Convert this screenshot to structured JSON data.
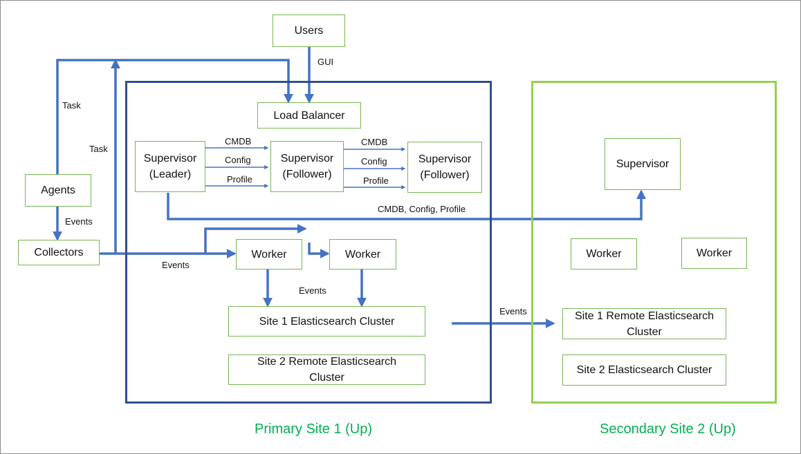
{
  "colors": {
    "arrow": "#4472c4",
    "box_border": "#77b552",
    "primary_frame": "#2f4f8f",
    "secondary_frame": "#92d050",
    "site_label": "#00b050"
  },
  "nodes": {
    "users": "Users",
    "load_balancer": "Load Balancer",
    "supervisor_leader": "Supervisor\n(Leader)",
    "supervisor_follower_1": "Supervisor\n(Follower)",
    "supervisor_follower_2": "Supervisor\n(Follower)",
    "agents": "Agents",
    "collectors": "Collectors",
    "worker_primary_1": "Worker",
    "worker_primary_2": "Worker",
    "site1_es_cluster": "Site 1 Elasticsearch Cluster",
    "site2_remote_es_cluster": "Site 2 Remote Elasticsearch\nCluster",
    "supervisor_secondary": "Supervisor",
    "worker_secondary_1": "Worker",
    "worker_secondary_2": "Worker",
    "site1_remote_es_cluster": "Site 1 Remote Elasticsearch\nCluster",
    "site2_es_cluster": "Site 2 Elasticsearch Cluster"
  },
  "edge_labels": {
    "gui": "GUI",
    "task_agents": "Task",
    "task_collectors": "Task",
    "events_agents": "Events",
    "events_collectors": "Events",
    "events_workers": "Events",
    "events_replication": "Events",
    "cmdb_1": "CMDB",
    "config_1": "Config",
    "profile_1": "Profile",
    "cmdb_2": "CMDB",
    "config_2": "Config",
    "profile_2": "Profile",
    "sync_secondary": "CMDB, Config, Profile"
  },
  "sites": {
    "primary": "Primary Site 1 (Up)",
    "secondary": "Secondary Site 2 (Up)"
  }
}
